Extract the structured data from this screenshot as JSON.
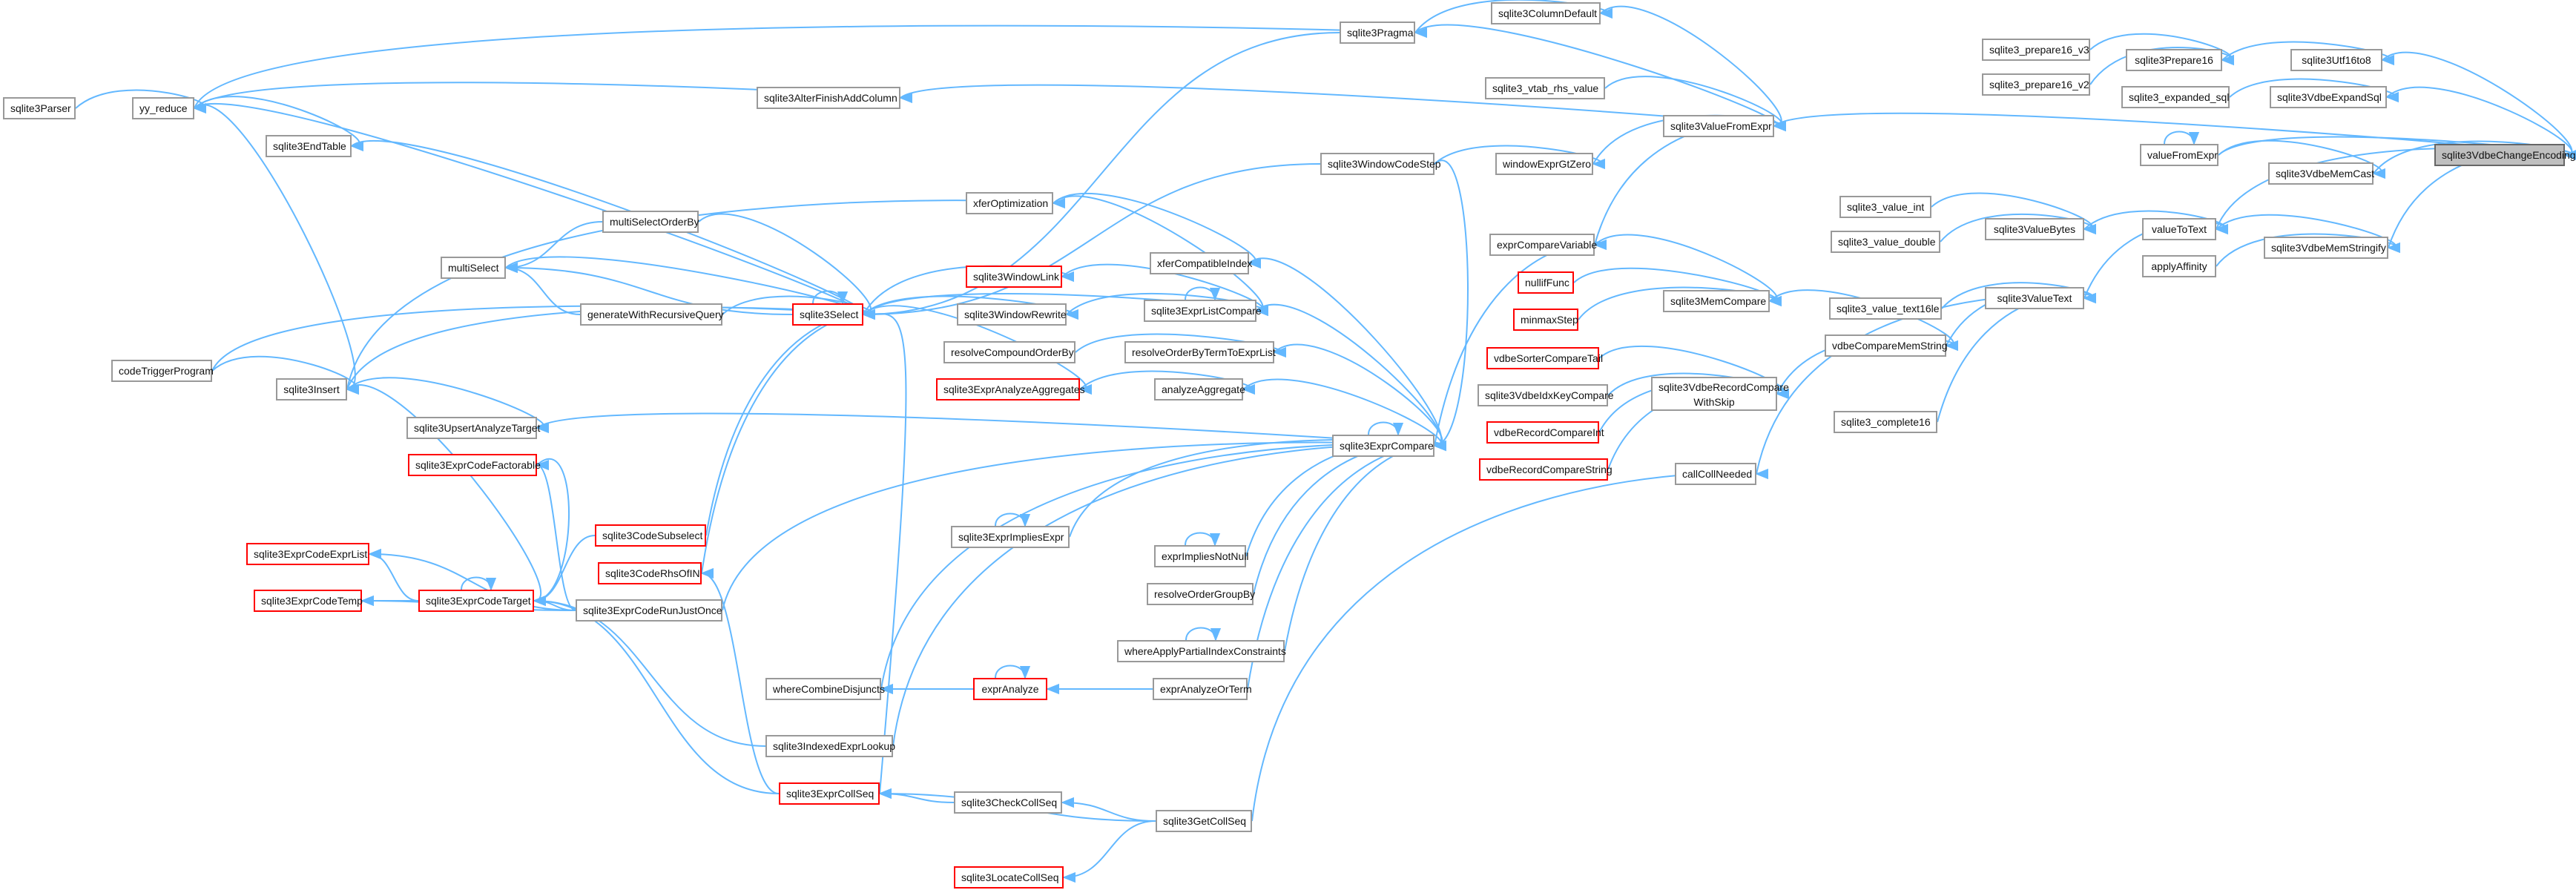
{
  "colors": {
    "edge": "#63b8ff",
    "border": "#999999",
    "missing_border": "#ff0000",
    "root_fill": "#bfbfbf"
  },
  "nodes": {
    "root": {
      "label": "sqlite3VdbeChangeEncoding"
    },
    "utf16to8": {
      "label": "sqlite3Utf16to8"
    },
    "prepare16v3": {
      "label": "sqlite3_prepare16_v3"
    },
    "prepare16v2": {
      "label": "sqlite3_prepare16_v2"
    },
    "prepare16": {
      "label": "sqlite3Prepare16"
    },
    "expandedsql": {
      "label": "sqlite3_expanded_sql"
    },
    "vdbeexpandsql": {
      "label": "sqlite3VdbeExpandSql"
    },
    "valuefromexpr_s": {
      "label": "valueFromExpr"
    },
    "memcast": {
      "label": "sqlite3VdbeMemCast"
    },
    "valuetotext": {
      "label": "valueToText"
    },
    "memstringify": {
      "label": "sqlite3VdbeMemStringify"
    },
    "applyaffinity": {
      "label": "applyAffinity"
    },
    "value_int": {
      "label": "sqlite3_value_int"
    },
    "value_double": {
      "label": "sqlite3_value_double"
    },
    "valuebytes": {
      "label": "sqlite3ValueBytes"
    },
    "value_text16le": {
      "label": "sqlite3_value_text16le"
    },
    "complete16": {
      "label": "sqlite3_complete16"
    },
    "valuetext": {
      "label": "sqlite3ValueText"
    },
    "vdbecomparememstring": {
      "label": "vdbeCompareMemString"
    },
    "callcollneeded": {
      "label": "callCollNeeded"
    },
    "columndefault": {
      "label": "sqlite3ColumnDefault"
    },
    "vtab_rhs_value": {
      "label": "sqlite3_vtab_rhs_value"
    },
    "valuefromexpr": {
      "label": "sqlite3ValueFromExpr"
    },
    "windowexprgtzero": {
      "label": "windowExprGtZero"
    },
    "exprcomparevariable": {
      "label": "exprCompareVariable"
    },
    "nullif": {
      "label": "nullifFunc"
    },
    "minmaxstep": {
      "label": "minmaxStep"
    },
    "memcompare": {
      "label": "sqlite3MemCompare"
    },
    "sortercomparetail": {
      "label": "vdbeSorterCompareTail"
    },
    "idxkeycompare": {
      "label": "sqlite3VdbeIdxKeyCompare"
    },
    "recordcompareint": {
      "label": "vdbeRecordCompareInt"
    },
    "recordcomparestring": {
      "label": "vdbeRecordCompareString"
    },
    "recordcompareskip": {
      "line1": "sqlite3VdbeRecordCompare",
      "line2": "WithSkip"
    },
    "parser": {
      "label": "sqlite3Parser"
    },
    "yyreduce": {
      "label": "yy_reduce"
    },
    "endtable": {
      "label": "sqlite3EndTable"
    },
    "pragma": {
      "label": "sqlite3Pragma"
    },
    "alterfinish": {
      "label": "sqlite3AlterFinishAddColumn"
    },
    "windowcodestep": {
      "label": "sqlite3WindowCodeStep"
    },
    "multiselectorderby": {
      "label": "multiSelectOrderBy"
    },
    "multiselect": {
      "label": "multiSelect"
    },
    "generaterecursive": {
      "label": "generateWithRecursiveQuery"
    },
    "select": {
      "label": "sqlite3Select"
    },
    "xferoptimization": {
      "label": "xferOptimization"
    },
    "xfercompatibleindex": {
      "label": "xferCompatibleIndex"
    },
    "windowlink": {
      "label": "sqlite3WindowLink"
    },
    "windowrewrite": {
      "label": "sqlite3WindowRewrite"
    },
    "exprlistcompare": {
      "label": "sqlite3ExprListCompare"
    },
    "codetrigger": {
      "label": "codeTriggerProgram"
    },
    "insert": {
      "label": "sqlite3Insert"
    },
    "resolvecompound": {
      "label": "resolveCompoundOrderBy"
    },
    "resolveorderbyterm": {
      "label": "resolveOrderByTermToExprList"
    },
    "exprAnalyzeAggregates": {
      "label": "sqlite3ExprAnalyzeAggregates"
    },
    "analyzeaggregate": {
      "label": "analyzeAggregate"
    },
    "upsert": {
      "label": "sqlite3UpsertAnalyzeTarget"
    },
    "exprcompare": {
      "label": "sqlite3ExprCompare"
    },
    "codefactorable": {
      "label": "sqlite3ExprCodeFactorable"
    },
    "codesubselect": {
      "label": "sqlite3CodeSubselect"
    },
    "implies": {
      "label": "sqlite3ExprImpliesExpr"
    },
    "impliesnotnull": {
      "label": "exprImpliesNotNull"
    },
    "codeexprlist": {
      "label": "sqlite3ExprCodeExprList"
    },
    "coderhsofin": {
      "label": "sqlite3CodeRhsOfIN"
    },
    "codetemp": {
      "label": "sqlite3ExprCodeTemp"
    },
    "codetarget": {
      "label": "sqlite3ExprCodeTarget"
    },
    "runjustonce": {
      "label": "sqlite3ExprCodeRunJustOnce"
    },
    "resolvegroupby": {
      "label": "resolveOrderGroupBy"
    },
    "wherepartial": {
      "label": "whereApplyPartialIndexConstraints"
    },
    "wherecombine": {
      "label": "whereCombineDisjuncts"
    },
    "expranalyze": {
      "label": "exprAnalyze"
    },
    "expranalyzeorterm": {
      "label": "exprAnalyzeOrTerm"
    },
    "indexedexpr": {
      "label": "sqlite3IndexedExprLookup"
    },
    "exprcollseq": {
      "label": "sqlite3ExprCollSeq"
    },
    "checkcollseq": {
      "label": "sqlite3CheckCollSeq"
    },
    "getcollseq": {
      "label": "sqlite3GetCollSeq"
    },
    "locatecollseq": {
      "label": "sqlite3LocateCollSeq"
    }
  }
}
